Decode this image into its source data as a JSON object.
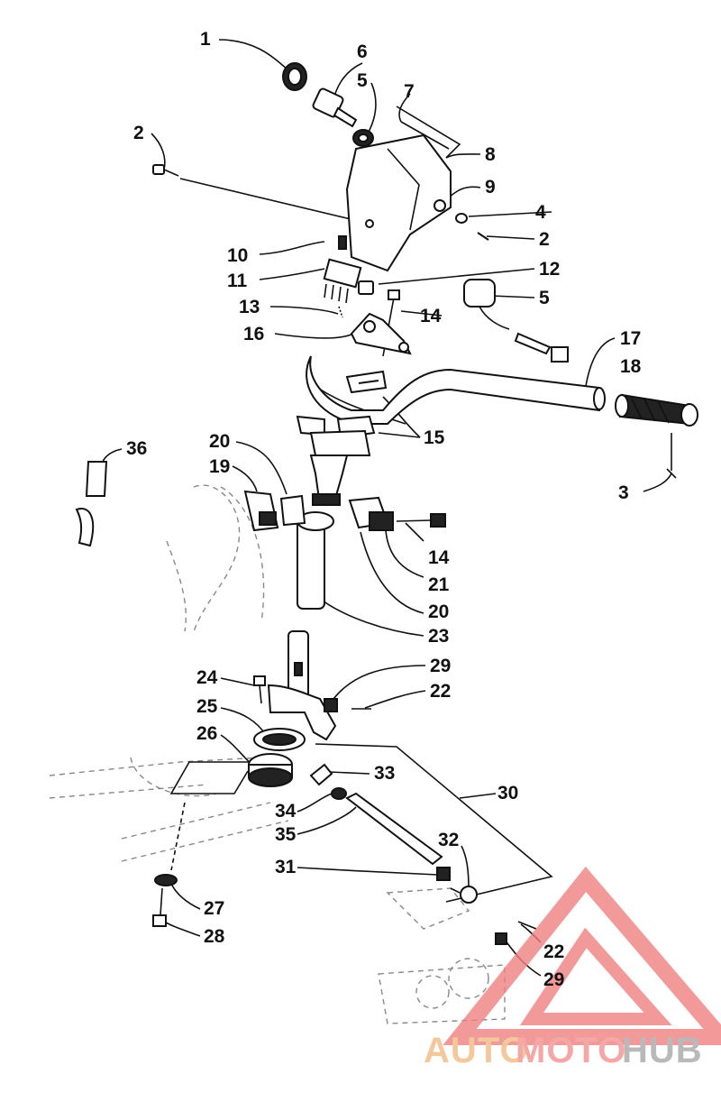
{
  "callouts": [
    {
      "id": "c1",
      "text": "1"
    },
    {
      "id": "c2a",
      "text": "2"
    },
    {
      "id": "c6",
      "text": "6"
    },
    {
      "id": "c5a",
      "text": "5"
    },
    {
      "id": "c7",
      "text": "7"
    },
    {
      "id": "c8",
      "text": "8"
    },
    {
      "id": "c9",
      "text": "9"
    },
    {
      "id": "c4",
      "text": "4"
    },
    {
      "id": "c2b",
      "text": "2"
    },
    {
      "id": "c10",
      "text": "10"
    },
    {
      "id": "c11",
      "text": "11"
    },
    {
      "id": "c12",
      "text": "12"
    },
    {
      "id": "c5b",
      "text": "5"
    },
    {
      "id": "c13",
      "text": "13"
    },
    {
      "id": "c14a",
      "text": "14"
    },
    {
      "id": "c16",
      "text": "16"
    },
    {
      "id": "c17",
      "text": "17"
    },
    {
      "id": "c18",
      "text": "18"
    },
    {
      "id": "c15",
      "text": "15"
    },
    {
      "id": "c36",
      "text": "36"
    },
    {
      "id": "c20a",
      "text": "20"
    },
    {
      "id": "c19",
      "text": "19"
    },
    {
      "id": "c3",
      "text": "3"
    },
    {
      "id": "c14b",
      "text": "14"
    },
    {
      "id": "c21",
      "text": "21"
    },
    {
      "id": "c20b",
      "text": "20"
    },
    {
      "id": "c23",
      "text": "23"
    },
    {
      "id": "c24",
      "text": "24"
    },
    {
      "id": "c29a",
      "text": "29"
    },
    {
      "id": "c22a",
      "text": "22"
    },
    {
      "id": "c25",
      "text": "25"
    },
    {
      "id": "c26",
      "text": "26"
    },
    {
      "id": "c33",
      "text": "33"
    },
    {
      "id": "c30",
      "text": "30"
    },
    {
      "id": "c34",
      "text": "34"
    },
    {
      "id": "c35",
      "text": "35"
    },
    {
      "id": "c32",
      "text": "32"
    },
    {
      "id": "c31",
      "text": "31"
    },
    {
      "id": "c27",
      "text": "27"
    },
    {
      "id": "c28",
      "text": "28"
    },
    {
      "id": "c22b",
      "text": "22"
    },
    {
      "id": "c29b",
      "text": "29"
    }
  ],
  "watermark": {
    "part1": "AUTO",
    "part2": "MOTO",
    "part3": "HUB",
    "color1": "#f4c89a",
    "color2": "#f5a6a6",
    "color3": "#b9b9b9",
    "logo_color": "#f08080"
  }
}
